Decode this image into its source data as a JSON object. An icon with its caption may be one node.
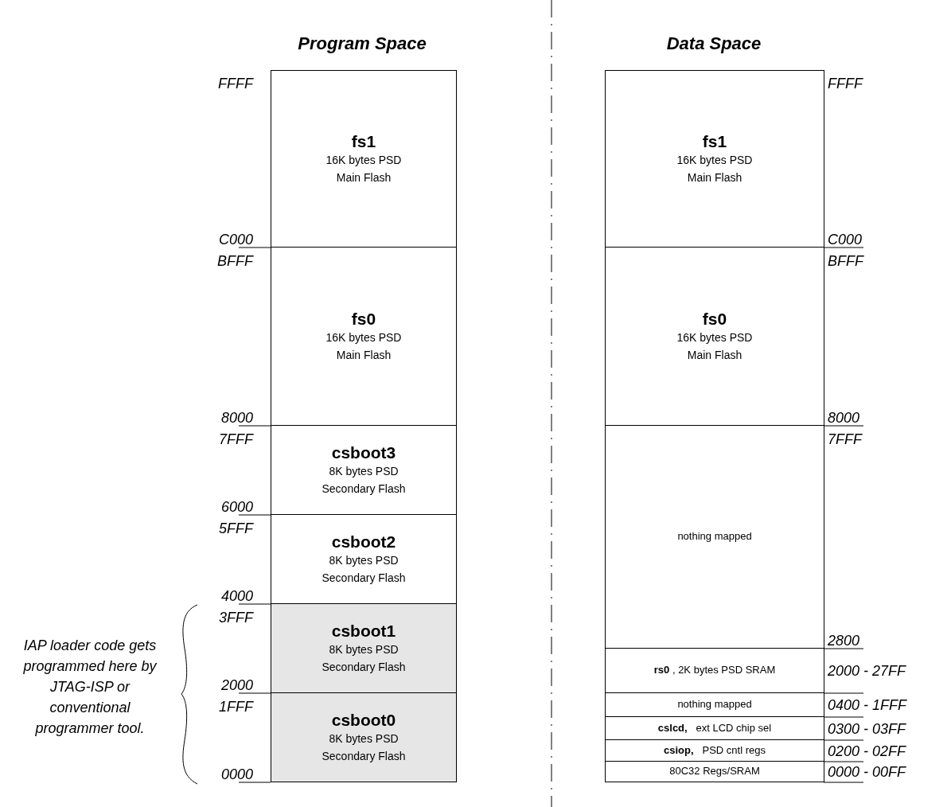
{
  "diagram": {
    "nodes": [
      {
        "text": [
          "fs1",
          "16K bytes PSD Main Flash"
        ],
        "beside": [
          "FFFF",
          "C000"
        ]
      },
      {
        "text": [
          "fs0",
          "16K bytes PSD Main Flash"
        ],
        "beside": [
          "BFFF",
          "8000"
        ]
      },
      {
        "text": [
          "csboot3",
          "8K bytes PSD Secondary Flash"
        ],
        "beside": [
          "7FFF",
          "6000"
        ]
      },
      {
        "text": [
          "csboot2",
          "8K bytes PSD Secondary Flash"
        ],
        "beside": [
          "5FFF",
          "4000"
        ]
      },
      {
        "text": [
          "csboot1",
          "8K bytes PSD Secondary Flash"
        ],
        "beside": [
          "3FFF",
          "2000"
        ]
      },
      {
        "text": [
          "csboot0",
          "8K bytes PSD Secondary Flash"
        ],
        "beside": [
          "1FFF",
          "0000"
        ]
      },
      {
        "text": [
          "fs1",
          "16K bytes PSD Main Flash"
        ],
        "beside": [
          "FFFF",
          "C000"
        ]
      },
      {
        "text": [
          "fs0",
          "16K bytes PSD Main Flash"
        ],
        "beside": [
          "BFFF",
          "8000"
        ]
      },
      {
        "text": [
          "nothing mapped"
        ],
        "beside": [
          "7FFF",
          "2800"
        ]
      },
      {
        "text": [
          "**rs0** , 2K bytes PSD SRAM"
        ],
        "beside": [
          "2000 - 27FF"
        ]
      },
      {
        "text": [
          "nothing mapped"
        ],
        "beside": [
          "0400 - 1FFF"
        ]
      },
      {
        "text": [
          "**cslcd,**   ext LCD chip sel"
        ],
        "beside": [
          "0300 - 03FF"
        ]
      },
      {
        "text": [
          "**csiop,**   PSD cntl regs"
        ],
        "beside": [
          "0200 - 02FF"
        ]
      },
      {
        "text": [
          "80C32 Regs/SRAM"
        ],
        "beside": [
          "0000 - 00FF"
        ]
      }
    ],
    "labels": [
      "Program Space",
      "Data Space",
      "IAP loader code gets programmed here by JTAG-ISP or conventional programmer tool."
    ]
  }
}
